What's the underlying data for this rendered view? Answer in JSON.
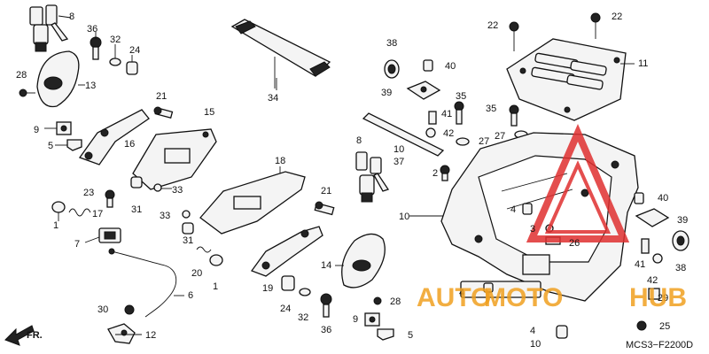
{
  "diagram_code": "MCS3−F2200D",
  "front_label": "FR.",
  "watermark": {
    "part1": "AUTO",
    "part2": "MOTO",
    "part3": "HUB",
    "accent": "#f0a020",
    "mark": "#e03030"
  },
  "callouts": [
    "1",
    "2",
    "3",
    "4",
    "5",
    "6",
    "7",
    "8",
    "9",
    "10",
    "11",
    "12",
    "13",
    "14",
    "15",
    "16",
    "17",
    "18",
    "19",
    "20",
    "21",
    "22",
    "23",
    "24",
    "25",
    "26",
    "27",
    "28",
    "29",
    "30",
    "31",
    "32",
    "33",
    "34",
    "35",
    "36",
    "37",
    "38",
    "39",
    "40",
    "41",
    "42"
  ]
}
